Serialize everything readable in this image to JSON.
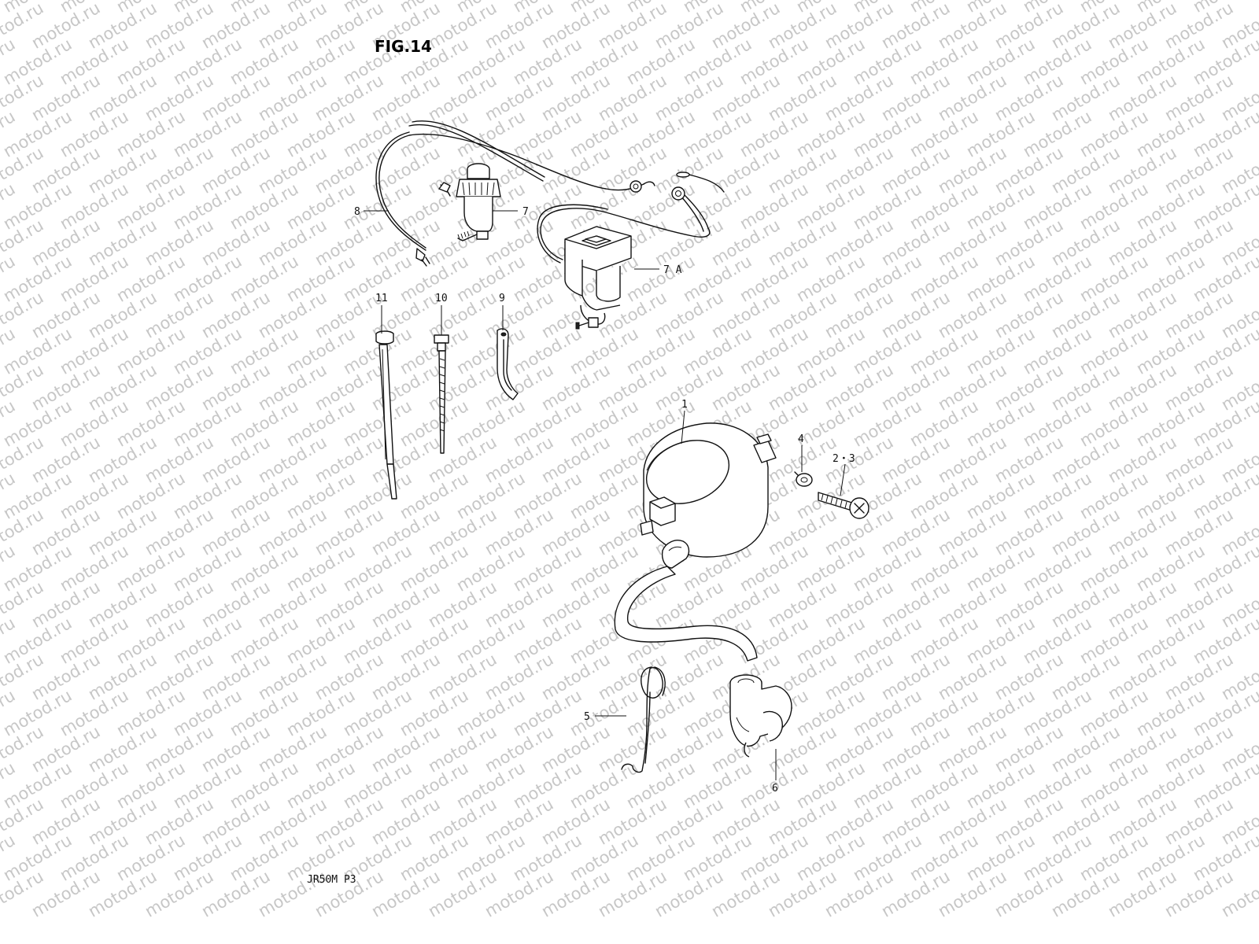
{
  "figure": {
    "title": "FIG.14",
    "model_code": "JR50M P3"
  },
  "watermark": {
    "text": "motod.ru",
    "color": "#c7c7c7"
  },
  "callouts": {
    "c1": "1",
    "c23": "2・3",
    "c4": "4",
    "c5": "5",
    "c6": "6",
    "c7": "7",
    "c7a": "7 A",
    "c8": "8",
    "c9": "9",
    "c10": "10",
    "c11": "11"
  },
  "parts": [
    "ignition-coil",
    "screw",
    "washer",
    "clip",
    "spark-plug-cap",
    "kill-switch",
    "kill-switch-alt",
    "lead-wire",
    "wire-clamp",
    "cable-tie",
    "cable-tie-long"
  ]
}
